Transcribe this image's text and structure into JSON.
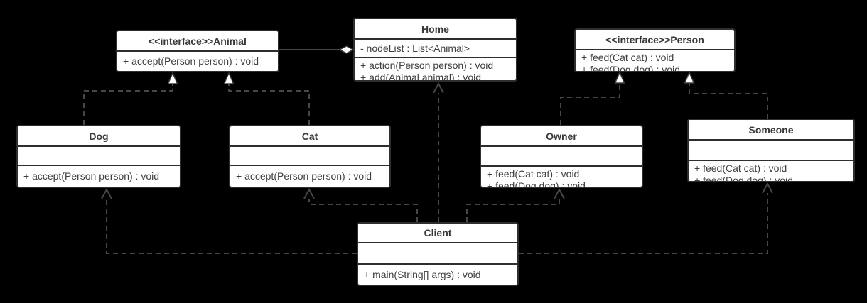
{
  "diagram": {
    "background_color": "#000000",
    "box_fill": "#ffffff",
    "box_border_color": "#2e2e2e",
    "text_color": "#3e3e3e",
    "line_color": "#474747"
  },
  "classes": [
    {
      "id": "animal",
      "title": "<<interface>>Animal",
      "attributes": [],
      "methods": [
        "+ accept(Person person) : void"
      ]
    },
    {
      "id": "home",
      "title": "Home",
      "attributes": [
        "- nodeList : List<Animal>"
      ],
      "methods": [
        "+ action(Person person) : void",
        "+ add(Animal animal) : void"
      ]
    },
    {
      "id": "person",
      "title": "<<interface>>Person",
      "attributes": [],
      "methods": [
        "+ feed(Cat cat) : void",
        "+ feed(Dog dog) : void"
      ]
    },
    {
      "id": "dog",
      "title": "Dog",
      "attributes": [],
      "methods": [
        "+ accept(Person person) : void"
      ]
    },
    {
      "id": "cat",
      "title": "Cat",
      "attributes": [],
      "methods": [
        "+ accept(Person person) : void"
      ]
    },
    {
      "id": "owner",
      "title": "Owner",
      "attributes": [],
      "methods": [
        "+ feed(Cat cat) : void",
        "+ feed(Dog dog) : void"
      ]
    },
    {
      "id": "someone",
      "title": "Someone",
      "attributes": [],
      "methods": [
        "+ feed(Cat cat) : void",
        "+ feed(Dog dog) : void"
      ]
    },
    {
      "id": "client",
      "title": "Client",
      "attributes": [],
      "methods": [
        "+ main(String[] args) : void"
      ]
    }
  ],
  "relationships": [
    {
      "type": "aggregation",
      "from": "Home",
      "to": "Animal"
    },
    {
      "type": "realization",
      "from": "Dog",
      "to": "Animal"
    },
    {
      "type": "realization",
      "from": "Cat",
      "to": "Animal"
    },
    {
      "type": "realization",
      "from": "Owner",
      "to": "Person"
    },
    {
      "type": "realization",
      "from": "Someone",
      "to": "Person"
    },
    {
      "type": "dependency",
      "from": "Client",
      "to": "Home"
    },
    {
      "type": "dependency",
      "from": "Client",
      "to": "Cat"
    },
    {
      "type": "dependency",
      "from": "Client",
      "to": "Owner"
    },
    {
      "type": "dependency",
      "from": "Client",
      "to": "Dog"
    },
    {
      "type": "dependency",
      "from": "Client",
      "to": "Someone"
    }
  ]
}
